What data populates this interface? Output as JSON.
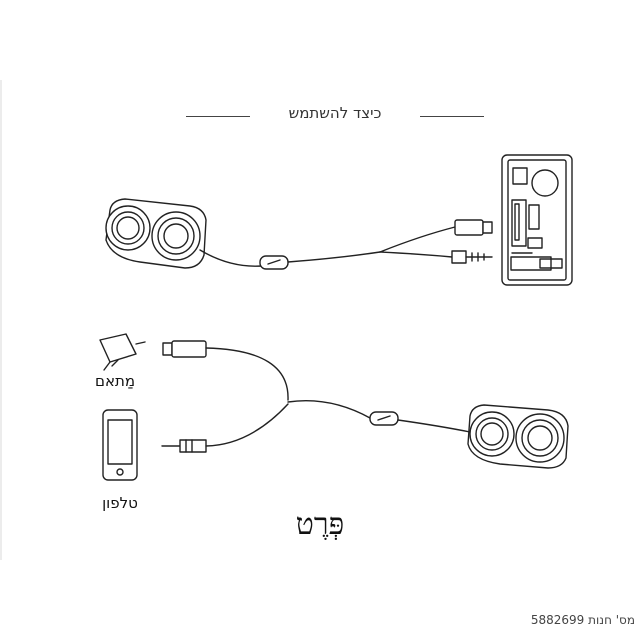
{
  "heading": "כיצד להשתמש",
  "labels": {
    "adapter": "מַתאם",
    "phone": "טלפון"
  },
  "brand": "פְּרֶט",
  "footer": "מס' חנות 5882699",
  "colors": {
    "ink": "#222222",
    "background": "#ffffff"
  }
}
